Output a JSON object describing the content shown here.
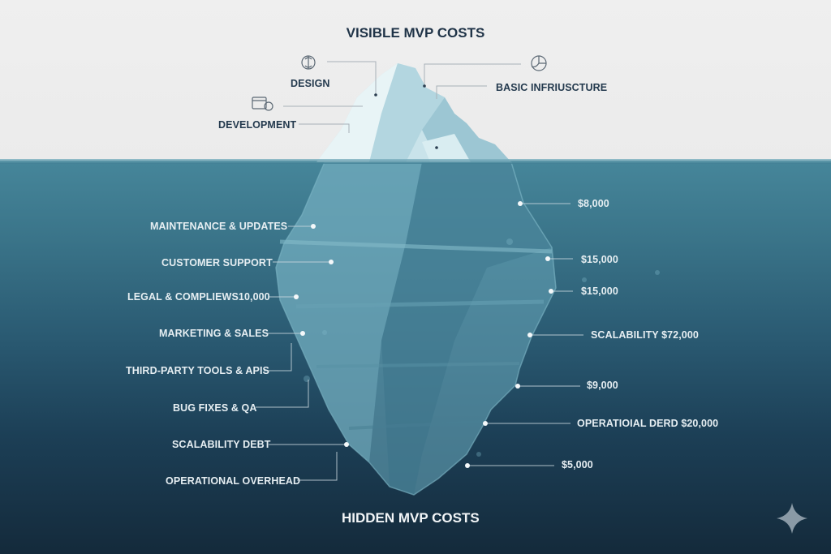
{
  "titles": {
    "top": "VISIBLE MVP COSTS",
    "bottom": "HIDDEN MVP COSTS"
  },
  "visible_costs": [
    {
      "label": "DESIGN",
      "icon": "brain-gear-icon"
    },
    {
      "label": "DEVELOPMENT",
      "icon": "browser-code-icon"
    },
    {
      "label": "BASIC INFRIUSCTURE",
      "icon": "pie-globe-icon"
    }
  ],
  "hidden_costs_left": [
    {
      "label": "MAINTENANCE & UPDATES"
    },
    {
      "label": "CUSTOMER SUPPORT"
    },
    {
      "label": "LEGAL & COMPLIEWS10,000"
    },
    {
      "label": "MARKETING & SALES"
    },
    {
      "label": "THIRD-PARTY TOOLS & APIS"
    },
    {
      "label": "BUG FIXES & QA"
    },
    {
      "label": "SCALABILITY DEBT"
    },
    {
      "label": "OPERATIONAL OVERHEAD"
    }
  ],
  "hidden_costs_right": [
    {
      "label": "$8,000"
    },
    {
      "label": "$15,000"
    },
    {
      "label": "$15,000"
    },
    {
      "label": "SCALABILITY $72,000"
    },
    {
      "label": "$9,000"
    },
    {
      "label": "OPERATIOIAL DERD $20,000"
    },
    {
      "label": "$5,000"
    }
  ],
  "colors": {
    "sky": "#ededed",
    "sea_top": "#46869a",
    "sea_bottom": "#142a3b",
    "ice_light": "#d7ebf0",
    "ice_mid": "#a9cfdb",
    "title_dark": "#1f3347",
    "label_light": "#e6eef2"
  },
  "decor": {
    "corner_icon": "sparkle-icon"
  }
}
